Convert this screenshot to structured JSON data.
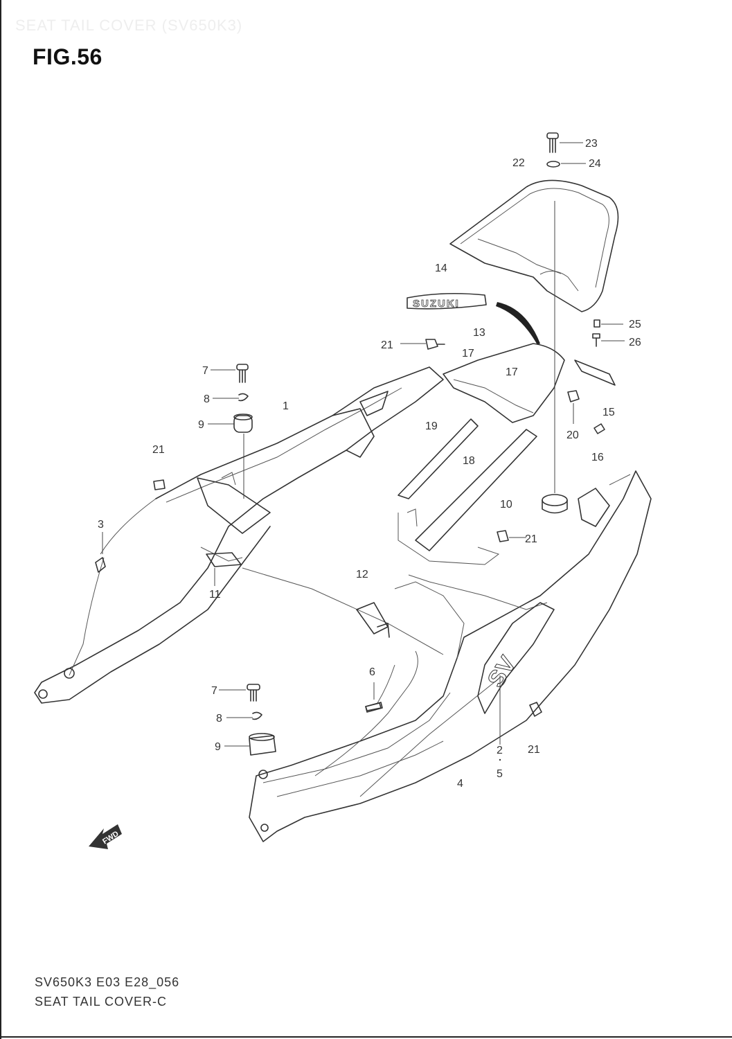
{
  "header": {
    "faded_title": "SEAT TAIL COVER (SV650K3)",
    "figure": "FIG.56"
  },
  "labels": [
    {
      "id": "23",
      "text": "23"
    },
    {
      "id": "22",
      "text": "22"
    },
    {
      "id": "24",
      "text": "24"
    },
    {
      "id": "14",
      "text": "14"
    },
    {
      "id": "25",
      "text": "25"
    },
    {
      "id": "26",
      "text": "26"
    },
    {
      "id": "21a",
      "text": "21"
    },
    {
      "id": "13",
      "text": "13"
    },
    {
      "id": "17a",
      "text": "17"
    },
    {
      "id": "17b",
      "text": "17"
    },
    {
      "id": "7a",
      "text": "7"
    },
    {
      "id": "8a",
      "text": "8"
    },
    {
      "id": "1",
      "text": "1"
    },
    {
      "id": "9a",
      "text": "9"
    },
    {
      "id": "19",
      "text": "19"
    },
    {
      "id": "15",
      "text": "15"
    },
    {
      "id": "20",
      "text": "20"
    },
    {
      "id": "21b",
      "text": "21"
    },
    {
      "id": "18",
      "text": "18"
    },
    {
      "id": "16",
      "text": "16"
    },
    {
      "id": "10",
      "text": "10"
    },
    {
      "id": "3",
      "text": "3"
    },
    {
      "id": "21c",
      "text": "21"
    },
    {
      "id": "12",
      "text": "12"
    },
    {
      "id": "11",
      "text": "11"
    },
    {
      "id": "6",
      "text": "6"
    },
    {
      "id": "7b",
      "text": "7"
    },
    {
      "id": "8b",
      "text": "8"
    },
    {
      "id": "9b",
      "text": "9"
    },
    {
      "id": "2",
      "text": "2"
    },
    {
      "id": "21d",
      "text": "21"
    },
    {
      "id": "5",
      "text": "5"
    },
    {
      "id": "4",
      "text": "4"
    }
  ],
  "decals": {
    "brand": "SUZUKI",
    "model": "SV",
    "fwd": "FWD"
  },
  "footer": {
    "code": "SV650K3 E03 E28_056",
    "name": "SEAT TAIL COVER-C"
  }
}
